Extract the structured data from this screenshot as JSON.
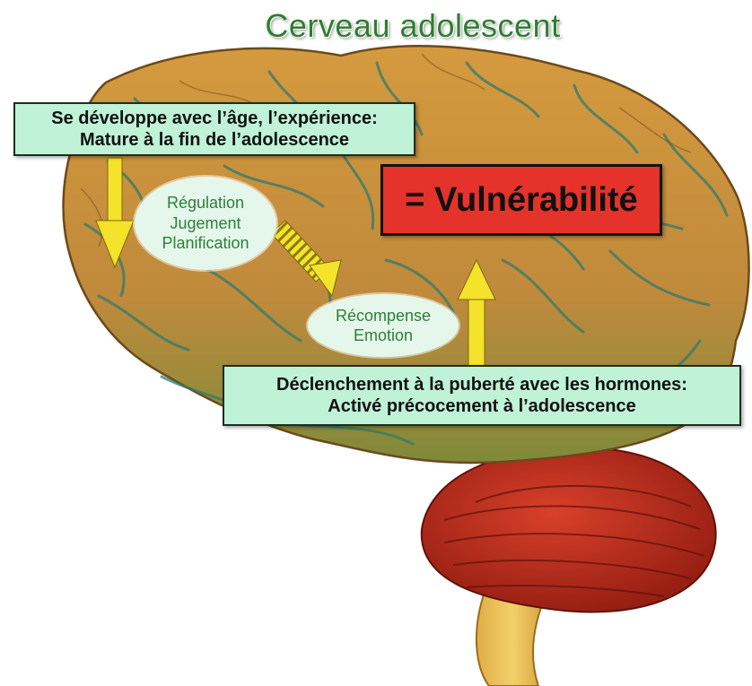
{
  "title": "Cerveau adolescent",
  "top_box": {
    "line1": "Se développe avec l’âge, l’expérience:",
    "line2": "Mature à la fin de l’adolescence"
  },
  "vulnerability_box": {
    "label": "= Vulnérabilité"
  },
  "regulation_oval": {
    "items": [
      "Régulation",
      "Jugement",
      "Planification"
    ]
  },
  "reward_oval": {
    "items": [
      "Récompense",
      "Emotion"
    ]
  },
  "bottom_box": {
    "line1": "Déclenchement à la puberté avec les hormones:",
    "line2": "Activé précocement à l’adolescence"
  },
  "colors": {
    "brain": "#c79340",
    "brain_dark": "#8e6226",
    "cerebellum": "#b8271a",
    "brainstem": "#e8b94a",
    "red_box": "#e5322a",
    "green_box": "#bff2d6",
    "arrow_yellow": "#f5e22a",
    "title_green": "#2f7d2f"
  }
}
